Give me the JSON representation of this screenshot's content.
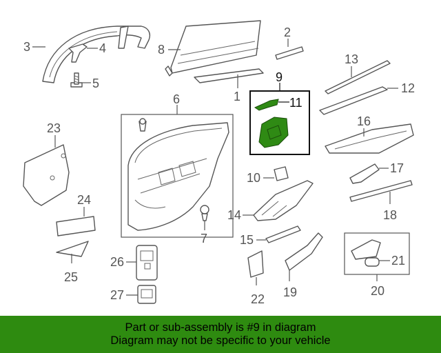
{
  "diagram": {
    "callouts": {
      "c1": "1",
      "c2": "2",
      "c3": "3",
      "c4": "4",
      "c5": "5",
      "c6": "6",
      "c7": "7",
      "c8": "8",
      "c9": "9",
      "c10": "10",
      "c11": "11",
      "c12": "12",
      "c13": "13",
      "c14": "14",
      "c15": "15",
      "c16": "16",
      "c17": "17",
      "c18": "18",
      "c19": "19",
      "c20": "20",
      "c21": "21",
      "c22": "22",
      "c23": "23",
      "c24": "24",
      "c25": "25",
      "c26": "26",
      "c27": "27"
    },
    "highlight_part": "9",
    "colors": {
      "line": "#555555",
      "highlight_fill": "#2f8a14",
      "banner_bg": "#2e8b10",
      "banner_text": "#000000"
    }
  },
  "banner": {
    "line1": "Part or sub-assembly is #9 in diagram",
    "line2": "Diagram may not be specific to your vehicle"
  }
}
